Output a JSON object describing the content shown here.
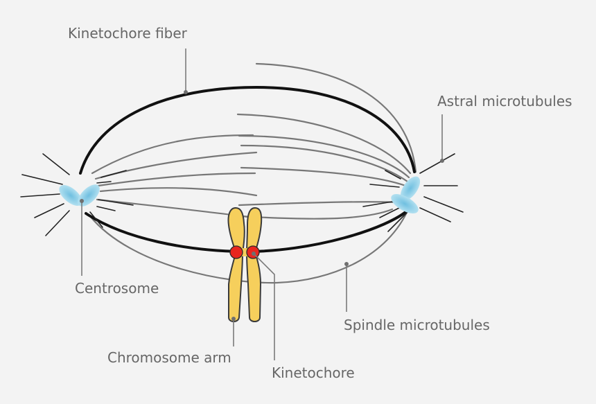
{
  "colors": {
    "background": "#f3f3f3",
    "label_text": "#666666",
    "leader_line": "#7a7a7a",
    "kinetochore_fiber": "#111111",
    "microtubule": "#777777",
    "astral": "#222222",
    "centrosome": "#8ecfe6",
    "chromosome_fill": "#f6cf5c",
    "chromosome_stroke": "#3a3a3a",
    "kinetochore": "#e8261f"
  },
  "labels": {
    "kinetochore_fiber": "Kinetochore fiber",
    "astral_microtubules": "Astral microtubules",
    "centrosome": "Centrosome",
    "spindle_microtubules": "Spindle microtubules",
    "chromosome_arm": "Chromosome arm",
    "kinetochore": "Kinetochore"
  },
  "icons": {
    "left_centrosome": "centrosome-icon",
    "right_centrosome": "centrosome-icon",
    "chromosome": "chromosome-icon"
  }
}
